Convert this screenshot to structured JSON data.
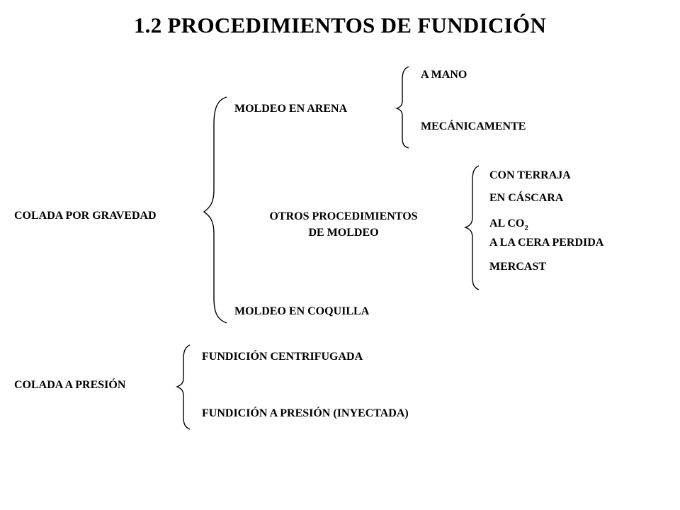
{
  "title": "1.2  PROCEDIMIENTOS DE FUNDICIÓN",
  "gravity": {
    "label": "COLADA POR GRAVEDAD",
    "sand": {
      "label": "MOLDEO EN ARENA",
      "items": [
        "A MANO",
        "MECÁNICAMENTE"
      ]
    },
    "other": {
      "label_line1": "OTROS PROCEDIMIENTOS",
      "label_line2": "DE MOLDEO",
      "items": [
        "CON TERRAJA",
        "EN CÁSCARA",
        "AL CO",
        "2",
        "A LA CERA PERDIDA",
        "MERCAST"
      ]
    },
    "shell_mold": {
      "label": "MOLDEO EN COQUILLA"
    }
  },
  "pressure": {
    "label": "COLADA A PRESIÓN",
    "items": [
      "FUNDICIÓN CENTRIFUGADA",
      "FUNDICIÓN A PRESIÓN (INYECTADA)"
    ]
  }
}
